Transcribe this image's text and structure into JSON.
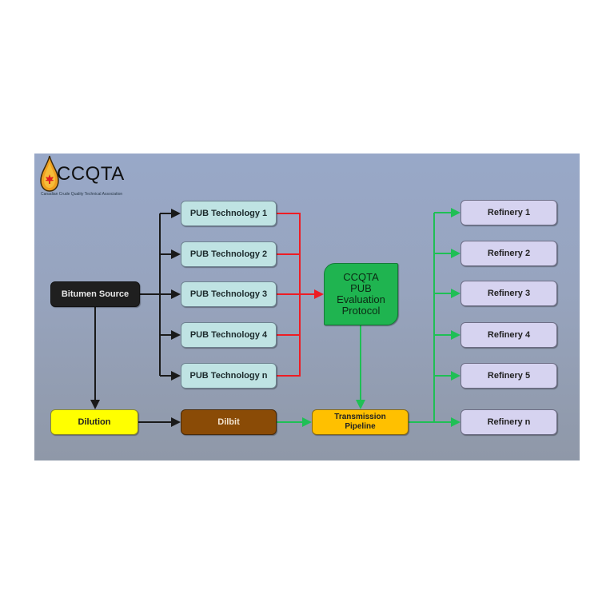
{
  "logo": {
    "name": "CCQTA",
    "subtitle": "Canadian Crude Quality Technical Association",
    "icon": "oil-drop-maple-leaf-icon"
  },
  "source": {
    "label": "Bitumen Source"
  },
  "technologies": [
    {
      "label": "PUB Technology 1"
    },
    {
      "label": "PUB Technology 2"
    },
    {
      "label": "PUB Technology 3"
    },
    {
      "label": "PUB Technology 4"
    },
    {
      "label": "PUB Technology n"
    }
  ],
  "protocol": {
    "lines": [
      "CCQTA",
      "PUB",
      "Evaluation",
      "Protocol"
    ]
  },
  "dilution": {
    "label": "Dilution"
  },
  "dilbit": {
    "label": "Dilbit"
  },
  "pipeline": {
    "lines": [
      "Transmission",
      "Pipeline"
    ]
  },
  "refineries": [
    {
      "label": "Refinery 1"
    },
    {
      "label": "Refinery 2"
    },
    {
      "label": "Refinery 3"
    },
    {
      "label": "Refinery 4"
    },
    {
      "label": "Refinery 5"
    },
    {
      "label": "Refinery n"
    }
  ],
  "colors": {
    "black_flow": "#1a1a1a",
    "red_flow": "#ee1c24",
    "green_flow": "#1fbf55",
    "source": "#1f1f1f",
    "technology": "#bfe3e3",
    "protocol": "#1fb450",
    "dilution": "#ffff00",
    "dilbit": "#8a4b06",
    "pipeline": "#ffc000",
    "refinery": "#d6d3f0"
  }
}
